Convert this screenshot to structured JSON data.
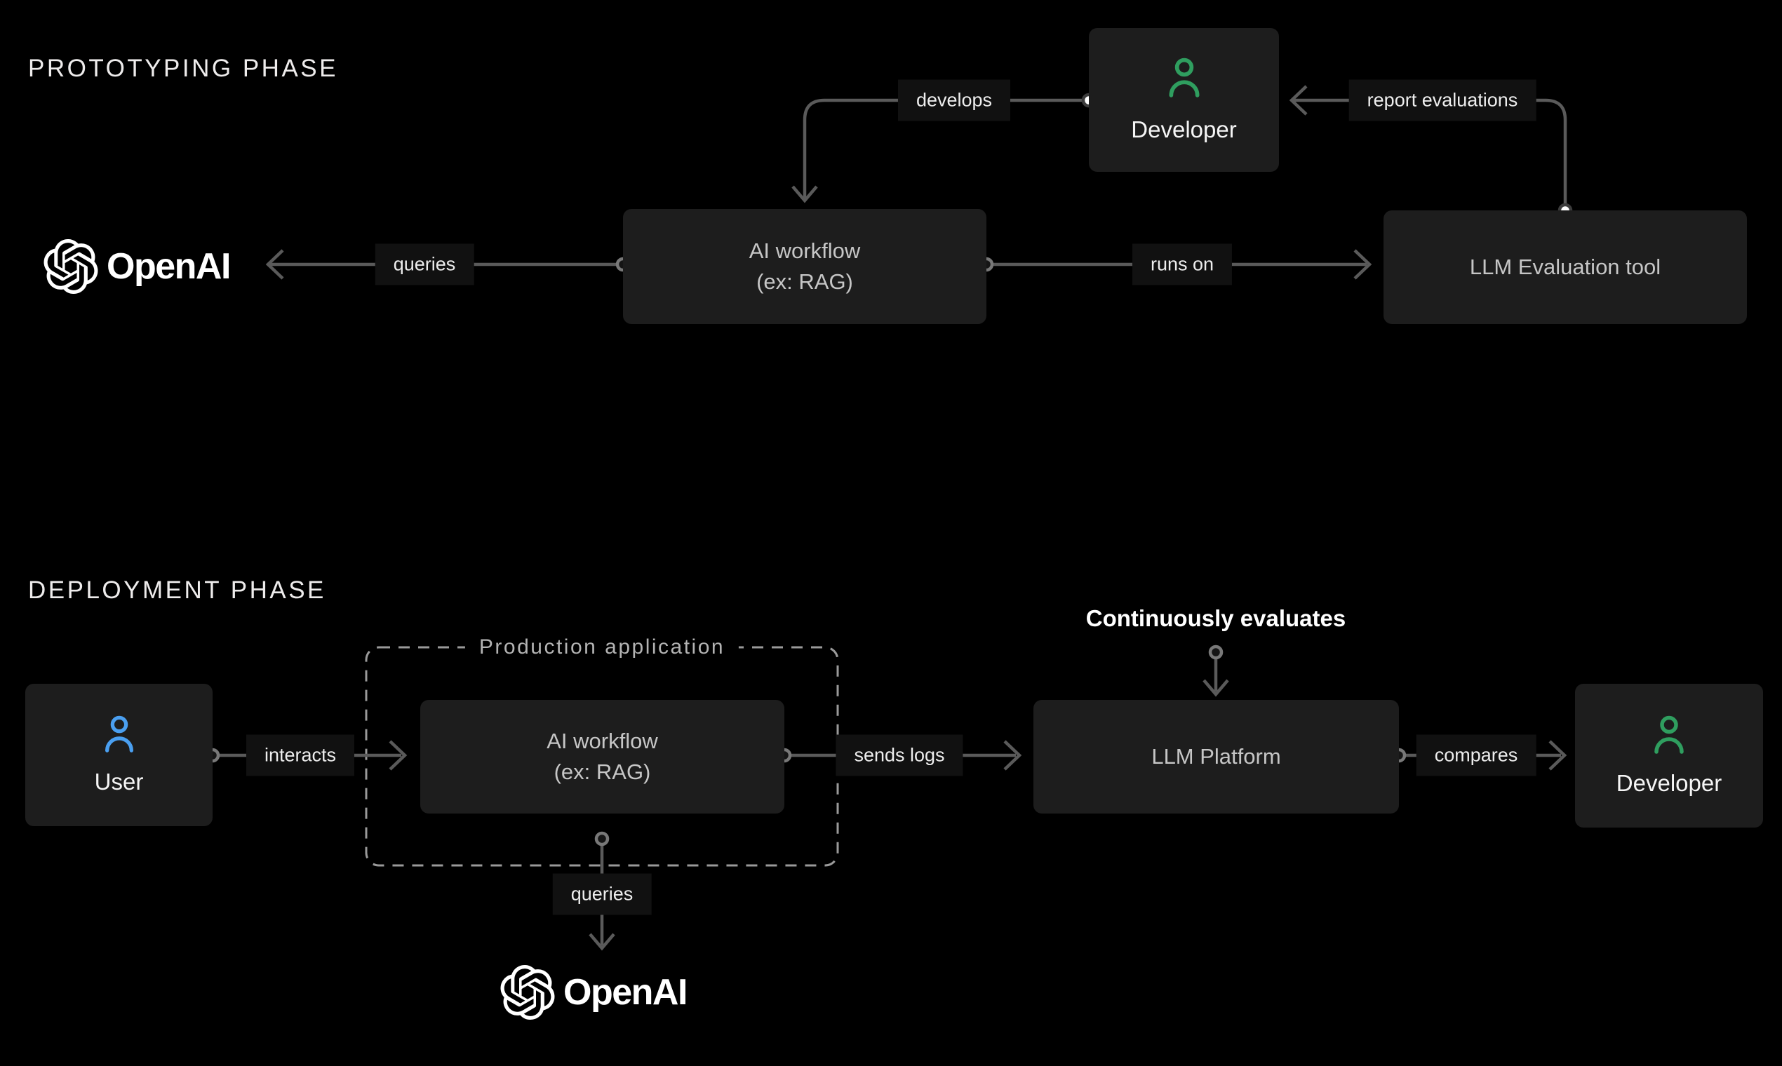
{
  "prototyping": {
    "title": "PROTOTYPING PHASE",
    "nodes": {
      "developer": "Developer",
      "ai_workflow_line1": "AI workflow",
      "ai_workflow_line2": "(ex: RAG)",
      "llm_eval_tool": "LLM Evaluation tool",
      "openai": "OpenAI"
    },
    "edges": {
      "develops": "develops",
      "queries": "queries",
      "runs_on": "runs on",
      "report_evaluations": "report evaluations"
    }
  },
  "deployment": {
    "title": "DEPLOYMENT PHASE",
    "container": "Production application",
    "annotation": "Continuously evaluates",
    "nodes": {
      "user": "User",
      "ai_workflow_line1": "AI workflow",
      "ai_workflow_line2": "(ex: RAG)",
      "llm_platform": "LLM Platform",
      "developer": "Developer",
      "openai": "OpenAI"
    },
    "edges": {
      "interacts": "interacts",
      "sends_logs": "sends logs",
      "compares": "compares",
      "queries": "queries"
    }
  },
  "colors": {
    "background": "#000000",
    "node_background": "#1d1d1d",
    "connector_gray": "#5a5a5a",
    "dashed_border_gray": "#9a9a9a",
    "developer_icon_green": "#2f9e5f",
    "user_icon_blue": "#4a9ff0",
    "node_text_bright": "#f5f5f5",
    "node_text_muted": "#c6c6c6",
    "edge_label_bg": "#111111"
  }
}
